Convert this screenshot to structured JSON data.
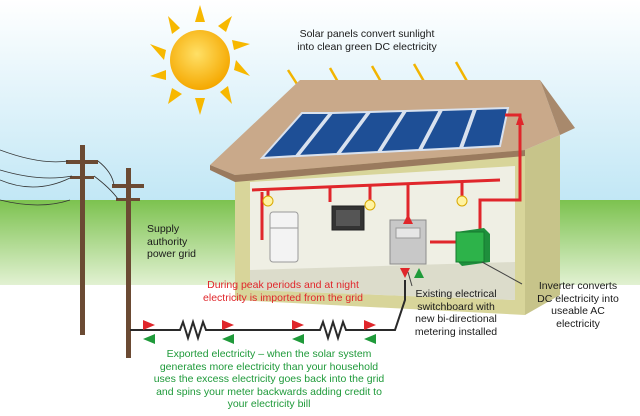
{
  "labels": {
    "solar_panels": {
      "line1": "Solar panels convert sunlight",
      "line2": "into clean green DC electricity"
    },
    "supply_grid": {
      "line1": "Supply",
      "line2": "authority",
      "line3": "power grid"
    },
    "imported": {
      "line1": "During peak periods and at night",
      "line2": "electricity is imported from the grid"
    },
    "exported": {
      "line1": "Exported electricity – when the solar system",
      "line2": "generates more electricity than your household",
      "line3": "uses the excess electricity goes back into the grid",
      "line4": "and spins your meter backwards adding credit to",
      "line5": "your electricity bill"
    },
    "switchboard": {
      "line1": "Existing electrical",
      "line2": "switchboard with",
      "line3": "new bi-directional",
      "line4": "metering installed"
    },
    "inverter": {
      "line1": "Inverter converts",
      "line2": "DC electricity into",
      "line3": "useable AC",
      "line4": "electricity"
    }
  },
  "colors": {
    "sun": "#f7b800",
    "panel": "#1e4f96",
    "roof": "#c9a98a",
    "house_wall": "#d8d59a",
    "interior": "#efefe4",
    "power_line": "#e0262b",
    "import_arrow": "#e0262b",
    "export_arrow": "#1f9a3a",
    "inverter": "#2db34a",
    "sky": "#bfe6f5",
    "grass": "#6ab544"
  }
}
